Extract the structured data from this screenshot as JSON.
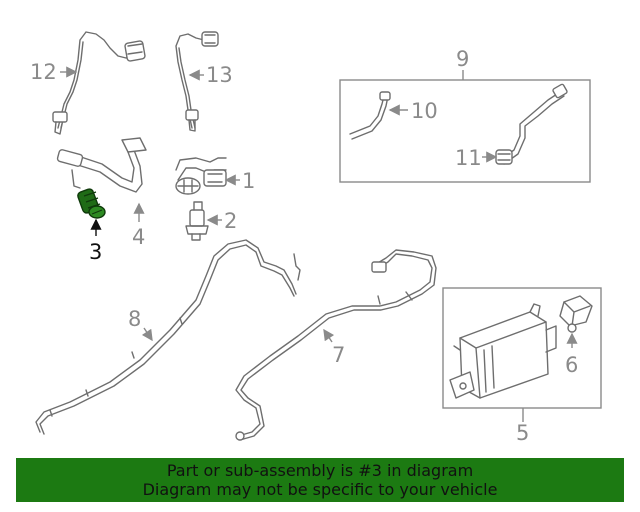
{
  "colors": {
    "banner_bg": "#1c7a12",
    "highlight_part": "#1f6b16",
    "line_gray": "#6e6e6e",
    "callout_gray": "#8a8a8a"
  },
  "diagram": {
    "highlighted_callout": "3",
    "callouts": [
      "1",
      "2",
      "3",
      "4",
      "5",
      "6",
      "7",
      "8",
      "9",
      "10",
      "11",
      "12",
      "13"
    ]
  },
  "banner": {
    "line1": "Part or sub-assembly is #3 in diagram",
    "line2": "Diagram may not be specific to your vehicle"
  }
}
